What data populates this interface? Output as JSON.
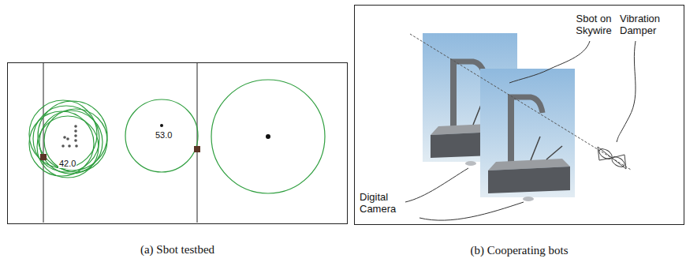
{
  "diagram": {
    "nodes": [
      {
        "text": [
          "(a) Sbot testbed"
        ]
      },
      {
        "text": [
          "(b) Cooperating bots"
        ]
      }
    ],
    "labels": [
      "42.0",
      "53.0",
      "Sbot on Skywire",
      "Vibration Damper",
      "Digital Camera"
    ]
  }
}
